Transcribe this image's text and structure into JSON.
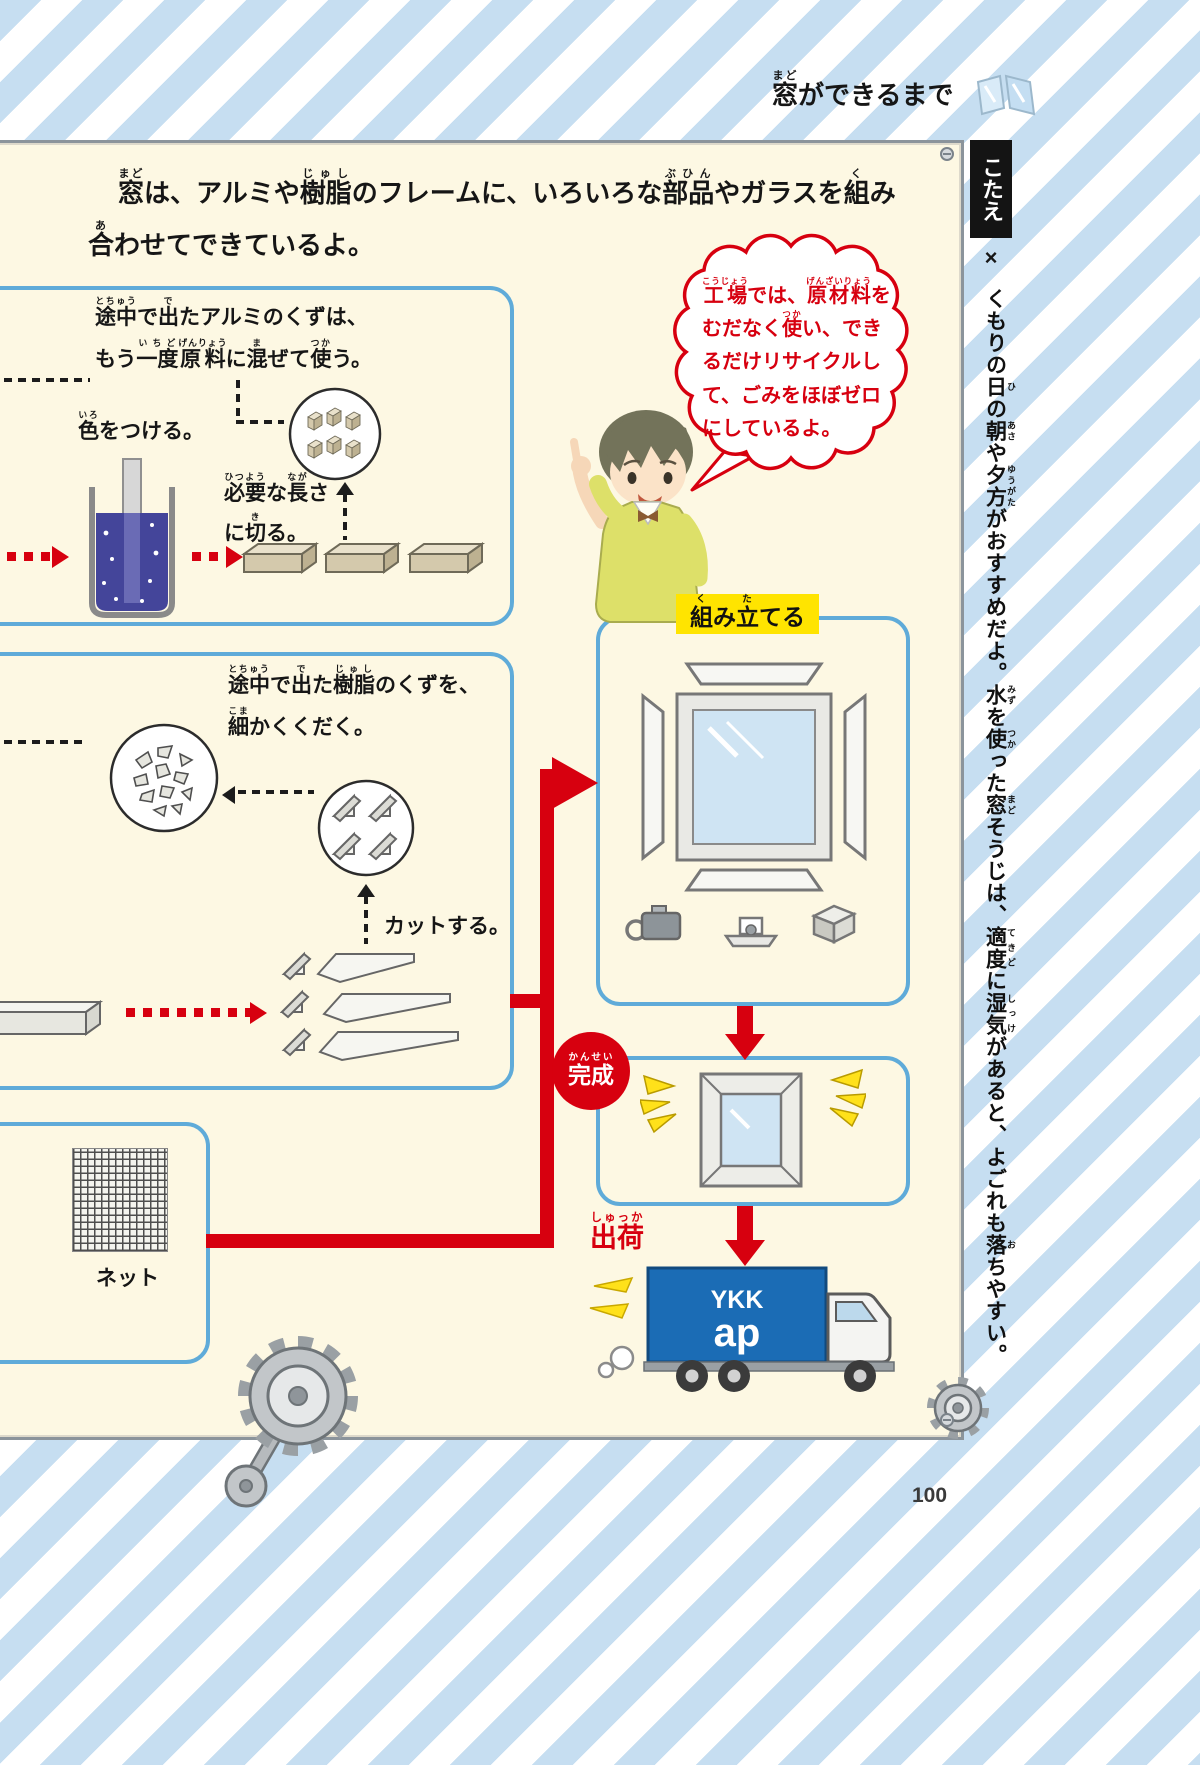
{
  "page": {
    "header_title": [
      [
        "窓",
        "まど"
      ],
      "ができるまで"
    ],
    "page_number": "100"
  },
  "answer_strip": {
    "kotae_label": "こたえ",
    "cross_mark": "×",
    "text": [
      "くもりの",
      [
        "日",
        "ひ"
      ],
      "の",
      [
        "朝",
        "あさ"
      ],
      "や",
      [
        "夕方",
        "ゆうがた"
      ],
      "がおすすめだよ。",
      [
        "水",
        "みず"
      ],
      "を",
      [
        "使",
        "つか"
      ],
      "った",
      [
        "窓",
        "まど"
      ],
      "そうじは、",
      [
        "適度",
        "てきど"
      ],
      "に",
      [
        "湿気",
        "しっけ"
      ],
      "があると、よごれも",
      [
        "落",
        "お"
      ],
      "ちやすい。"
    ]
  },
  "intro": {
    "lines": [
      [
        [
          "窓",
          "まど"
        ],
        "は、アルミや",
        [
          "樹脂",
          "じゅし"
        ],
        "のフレームに、いろいろな",
        [
          "部品",
          "ぶひん"
        ],
        "やガラスを",
        [
          "組",
          "く"
        ],
        "み"
      ],
      [
        [
          "合",
          "あ"
        ],
        "わせてできているよ。"
      ]
    ]
  },
  "speech_bubble": {
    "text": [
      [
        "工場",
        "こうじょう"
      ],
      "では、",
      [
        "原材料",
        "げんざいりょう"
      ],
      "をむだなく",
      [
        "使",
        "つか"
      ],
      "い、できるだけリサイクルして、ごみをほぼゼロにしているよ。"
    ]
  },
  "aluminum_box": {
    "note_lines": [
      [
        [
          "途中",
          "とちゅう"
        ],
        "で",
        [
          "出",
          "で"
        ],
        "たアルミのくずは、"
      ],
      [
        "もう",
        [
          "一度",
          "いちど"
        ],
        [
          "原料",
          "げんりょう"
        ],
        "に",
        [
          "混",
          "ま"
        ],
        "ぜて",
        [
          "使",
          "つか"
        ],
        "う。"
      ]
    ],
    "color_label": [
      [
        "色",
        "いろ"
      ],
      "をつける。"
    ],
    "cut_label_lines": [
      [
        [
          "必要",
          "ひつよう"
        ],
        "な",
        [
          "長",
          "なが"
        ],
        "さ"
      ],
      [
        "に",
        [
          "切",
          "き"
        ],
        "る。"
      ]
    ]
  },
  "resin_box": {
    "note_lines": [
      [
        [
          "途中",
          "とちゅう"
        ],
        "で",
        [
          "出",
          "で"
        ],
        "た",
        [
          "樹脂",
          "じゅし"
        ],
        "のくずを、"
      ],
      [
        [
          "細",
          "こま"
        ],
        "かくくだく。"
      ]
    ],
    "cut_label": "カットする。"
  },
  "net_box": {
    "label": "ネット"
  },
  "assemble_box": {
    "label": [
      [
        "組",
        "く"
      ],
      "み",
      [
        "立",
        "た"
      ],
      "てる"
    ]
  },
  "complete_badge": {
    "label": [
      [
        "完成",
        "かんせい"
      ]
    ]
  },
  "shipping": {
    "label": [
      [
        "出荷",
        "しゅっか"
      ]
    ]
  },
  "truck": {
    "logo_top": "YKK",
    "logo_bottom": "ap"
  },
  "colors": {
    "accent_red": "#d7000f",
    "box_border_blue": "#5fabd9",
    "stripe_blue": "#c6def1",
    "page_cream": "#fdf8e3",
    "highlight_yellow": "#ffe400",
    "truck_blue": "#1b6cb5",
    "glass_blue": "#cfe4f3"
  }
}
